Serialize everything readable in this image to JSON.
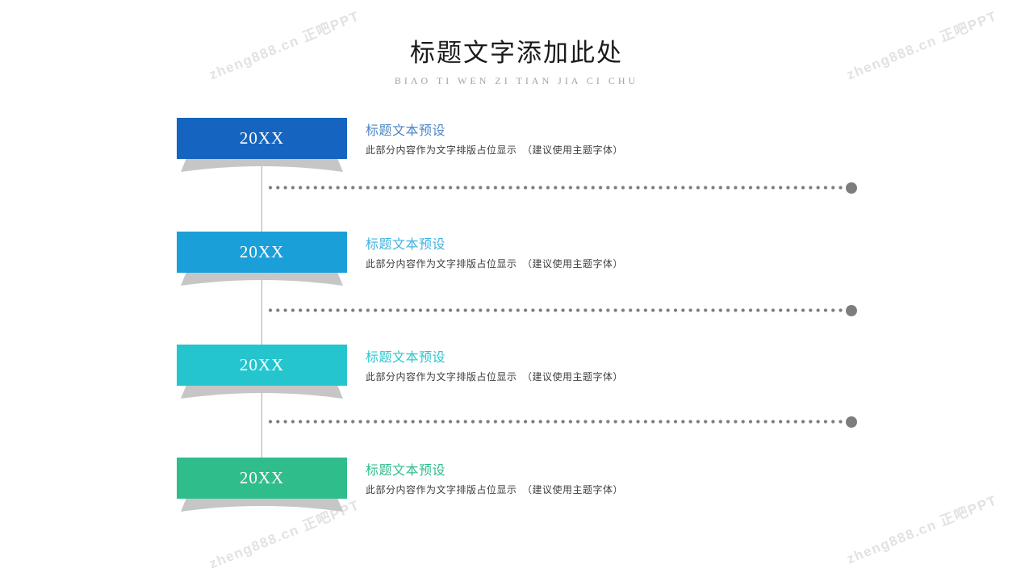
{
  "watermark": {
    "text": "zheng888.cn 正吧PPT"
  },
  "header": {
    "title": "标题文字添加此处",
    "subtitle": "BIAO TI WEN ZI TIAN JIA CI CHU"
  },
  "timeline": {
    "dot_color": "#7d7d7d",
    "shadow_color": "#c6c6c6",
    "items": [
      {
        "year": "20XX",
        "title": "标题文本预设",
        "desc": "此部分内容作为文字排版占位显示　（建议使用主题字体）",
        "banner_color": "#1565c0",
        "title_color": "#4e87c4"
      },
      {
        "year": "20XX",
        "title": "标题文本预设",
        "desc": "此部分内容作为文字排版占位显示　（建议使用主题字体）",
        "banner_color": "#1b9fd8",
        "title_color": "#41b2e1"
      },
      {
        "year": "20XX",
        "title": "标题文本预设",
        "desc": "此部分内容作为文字排版占位显示　（建议使用主题字体）",
        "banner_color": "#25c5ce",
        "title_color": "#2cc5ce"
      },
      {
        "year": "20XX",
        "title": "标题文本预设",
        "desc": "此部分内容作为文字排版占位显示　（建议使用主题字体）",
        "banner_color": "#2ebd8b",
        "title_color": "#2ebd8b"
      }
    ]
  }
}
